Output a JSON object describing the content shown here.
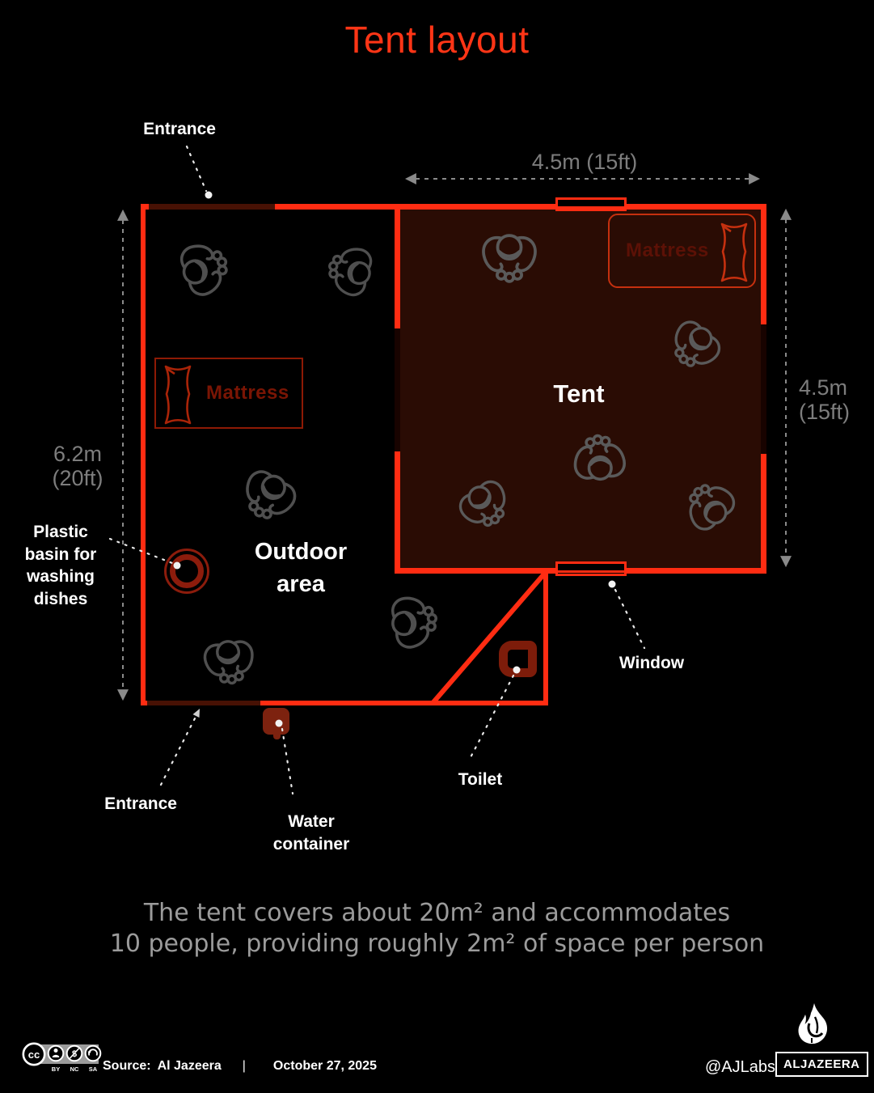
{
  "title": "Tent layout",
  "colors": {
    "accent_red": "#ff2c12",
    "dark_red": "#7d1c0a",
    "tent_fill": "#2a0c04",
    "dimension_gray": "#8a8a8a",
    "caption_gray": "#9b9b9b"
  },
  "icons": {
    "person-icon": "top-view seated person, gray outline",
    "pillow-icon": "pillow outline inside mattress box",
    "basin-icon": "double red ring circle",
    "toilet-icon": "dark red rounded ring",
    "water-container-icon": "dark red rounded square",
    "window-icon": "red rectangle straddling wall",
    "cc-icons": "cc by nc sa circles",
    "aljazeera-flame-icon": "white calligraphic flame"
  },
  "plan": {
    "tent_label": "Tent",
    "outdoor_label_lines": [
      "Outdoor",
      "area"
    ],
    "entrance_top_label": "Entrance",
    "entrance_bottom_label": "Entrance",
    "mattress_tent_label": "Mattress",
    "mattress_outdoor_label": "Mattress",
    "basin_label_lines": [
      "Plastic",
      "basin for",
      "washing",
      "dishes"
    ],
    "window_label": "Window",
    "toilet_label": "Toilet",
    "water_label_lines": [
      "Water",
      "container"
    ],
    "dimensions": {
      "top": "4.5m (15ft)",
      "right_lines": [
        "4.5m",
        "(15ft)"
      ],
      "left_lines": [
        "6.2m",
        "(20ft)"
      ]
    }
  },
  "caption_lines": [
    "The tent covers about 20m² and accommodates",
    "10 people, providing roughly 2m² of space per person"
  ],
  "footer": {
    "cc_logo": "cc",
    "nc_symbol": "$",
    "cc_labels": [
      "BY",
      "NC",
      "SA"
    ],
    "source_label": "Source:",
    "source_value": "Al Jazeera",
    "separator": "|",
    "date": "October 27, 2025",
    "credit": "@AJLabs",
    "brand": "ALJAZEERA"
  }
}
